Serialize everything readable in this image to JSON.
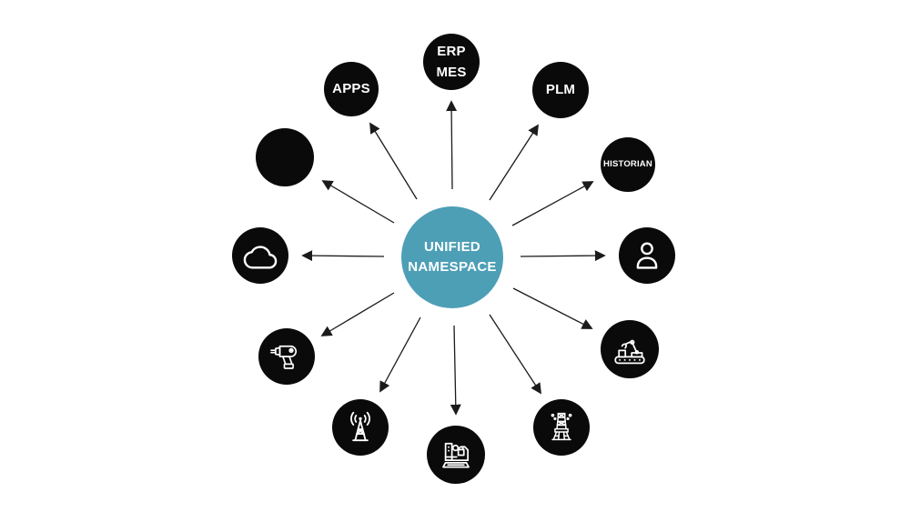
{
  "hub": {
    "label_lines": [
      "UNIFIED",
      "NAMESPACE"
    ]
  },
  "nodes": [
    {
      "id": "erp-mes",
      "type": "text",
      "lines": [
        "ERP",
        "MES"
      ]
    },
    {
      "id": "apps",
      "type": "text",
      "lines": [
        "APPS"
      ]
    },
    {
      "id": "plm",
      "type": "text",
      "lines": [
        "PLM"
      ]
    },
    {
      "id": "historian",
      "type": "text",
      "lines": [
        "HISTORIAN"
      ]
    },
    {
      "id": "person",
      "type": "icon",
      "icon": "person-icon"
    },
    {
      "id": "robot-cell",
      "type": "icon",
      "icon": "robot-arm-conveyor-icon"
    },
    {
      "id": "drilling-rig",
      "type": "icon",
      "icon": "connected-rig-icon"
    },
    {
      "id": "cnc-lathe",
      "type": "icon",
      "icon": "lathe-machine-icon"
    },
    {
      "id": "radio-tower",
      "type": "icon",
      "icon": "antenna-tower-icon"
    },
    {
      "id": "power-drill",
      "type": "icon",
      "icon": "power-drill-icon"
    },
    {
      "id": "cloud",
      "type": "icon",
      "icon": "cloud-icon"
    },
    {
      "id": "blank",
      "type": "empty"
    }
  ],
  "colors": {
    "background": "#ffffff",
    "node_bg": "#0a0a0a",
    "hub_bg": "#4d9fb6",
    "hub_text": "#ffffff",
    "node_text": "#ffffff",
    "arrow": "#1b1b1b"
  }
}
